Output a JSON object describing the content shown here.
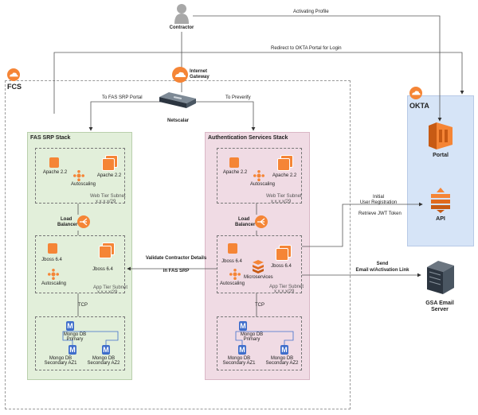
{
  "contractor": "Contractor",
  "activating_profile": "Activating Profile",
  "redirect_okta": "Redirect to OKTA Portal for Login",
  "internet_gateway": [
    "Internet",
    "Gateway"
  ],
  "fcs": "FCS",
  "okta": "OKTA",
  "netscalar": "Netscalar",
  "to_fas_portal": "To FAS SRP Portal",
  "to_preverify": "To Preverify",
  "fas_stack": {
    "title": "FAS SRP Stack",
    "apache_left": "Apache 2.2",
    "apache_right": "Apache 2.2",
    "autoscaling_web": "Autoscaling",
    "web_subnet": "Web Tier Subnet",
    "web_cidr": "x.x.x.x/29",
    "load_balancer": [
      "Load",
      "Balancer"
    ],
    "jboss_left": "Jboss 6.4",
    "jboss_right": "Jboss 6.4",
    "autoscaling_app": "Autoscaling",
    "app_subnet": "App Tier Subnet",
    "app_cidr": "x.x.x.x/29",
    "tcp": "TCP",
    "mongo_primary": [
      "Mongo DB",
      "Primary"
    ],
    "mongo_sec1": [
      "Mongo DB",
      "Secondary AZ1"
    ],
    "mongo_sec2": [
      "Mongo DB",
      "Secondary AZ2"
    ]
  },
  "auth_stack": {
    "title": "Authentication Services Stack",
    "apache_left": "Apache 2.2",
    "apache_right": "Apache 2.2",
    "autoscaling_web": "Autoscaling",
    "web_subnet": "Web Tier Subnet",
    "web_cidr": "x.x.x.x/29",
    "load_balancer": [
      "Load",
      "Balancer"
    ],
    "jboss_left": "Jboss 6.4",
    "jboss_right": "Jboss 6.4",
    "microservices": "Microservices",
    "autoscaling_app": "Autoscaling",
    "app_subnet": "App Tier Subnet",
    "app_cidr": "x.x.x.x/29",
    "tcp": "TCP",
    "mongo_primary": [
      "Mongo DB",
      "Primary"
    ],
    "mongo_sec1": [
      "Mongo DB",
      "Secondary AZ1"
    ],
    "mongo_sec2": [
      "Mongo DB",
      "Secondary AZ2"
    ]
  },
  "validate": [
    "Validate Contractor Details",
    "in FAS SRP"
  ],
  "initial_registration": [
    "Initial",
    "User Registration"
  ],
  "retrieve_jwt": "Retrieve JWT Token",
  "send_email": [
    "Send",
    "Email w/Activation Link"
  ],
  "portal": "Portal",
  "api": "API",
  "gsa_email": [
    "GSA Email",
    "Server"
  ],
  "colors": {
    "aws_orange": "#f58536",
    "fcs_border": "#999999",
    "okta_bg": "#d6e4f7",
    "fas_bg": "#e2efda",
    "auth_bg": "#f0dbe4",
    "mongo_blue": "#3f6ecb"
  }
}
